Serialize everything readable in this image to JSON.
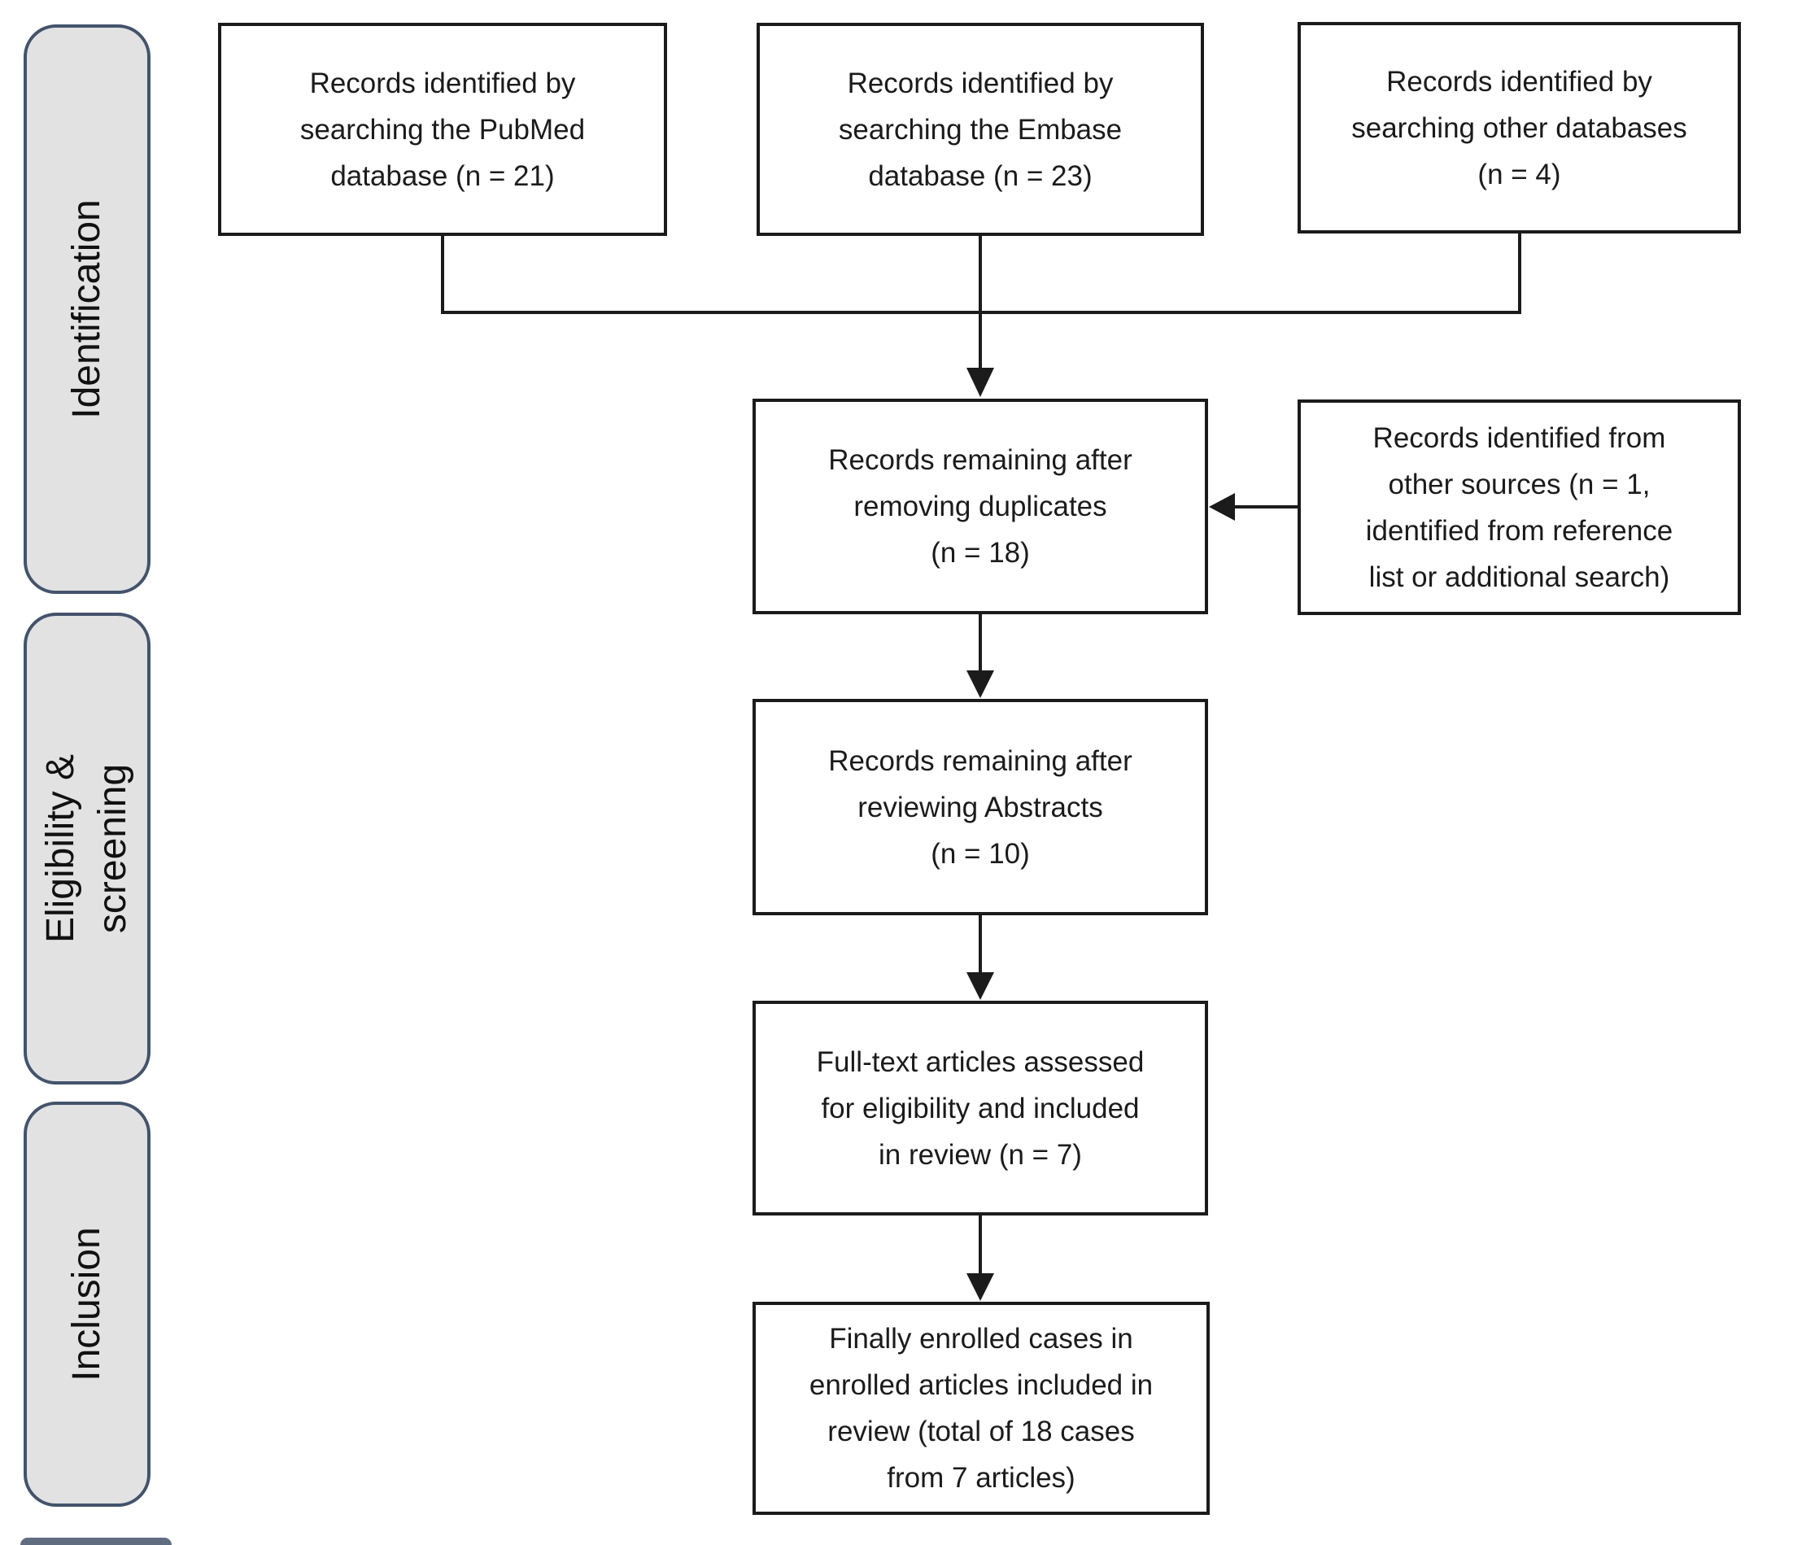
{
  "palette": {
    "background": "#ffffff",
    "box_fill": "#ffffff",
    "box_border": "#1b1b1b",
    "stage_fill": "#e2e2e3",
    "stage_border": "#44536b",
    "text": "#1b1b1b"
  },
  "sidebar": {
    "stages": [
      {
        "name": "identification",
        "lines": [
          "Identification"
        ]
      },
      {
        "name": "eligibility-screening",
        "lines": [
          "Eligibility &",
          "screening"
        ]
      },
      {
        "name": "inclusion",
        "lines": [
          "Inclusion"
        ]
      }
    ]
  },
  "boxes": {
    "pubmed": {
      "n": 21,
      "lines": [
        "Records identified by",
        "searching the PubMed",
        "database (n = 21)"
      ]
    },
    "embase": {
      "n": 23,
      "lines": [
        "Records identified by",
        "searching the Embase",
        "database (n = 23)"
      ]
    },
    "other_databases": {
      "n": 4,
      "lines": [
        "Records identified by",
        "searching other databases",
        "(n = 4)"
      ]
    },
    "duplicates_removed": {
      "n": 18,
      "lines": [
        "Records remaining after",
        "removing duplicates",
        "(n = 18)"
      ]
    },
    "other_sources": {
      "n": 1,
      "lines": [
        "Records identified from",
        "other sources (n = 1,",
        "identified from reference",
        "list or additional search)"
      ]
    },
    "abstracts_reviewed": {
      "n": 10,
      "lines": [
        "Records remaining after",
        "reviewing Abstracts",
        "(n = 10)"
      ]
    },
    "fulltext_assessed": {
      "n": 7,
      "lines": [
        "Full-text articles assessed",
        "for eligibility and included",
        "in review (n = 7)"
      ]
    },
    "finally_enrolled": {
      "total_cases": 18,
      "articles": 7,
      "lines": [
        "Finally enrolled cases in",
        "enrolled articles included in",
        "review (total of 18 cases",
        "from 7 articles)"
      ]
    }
  }
}
